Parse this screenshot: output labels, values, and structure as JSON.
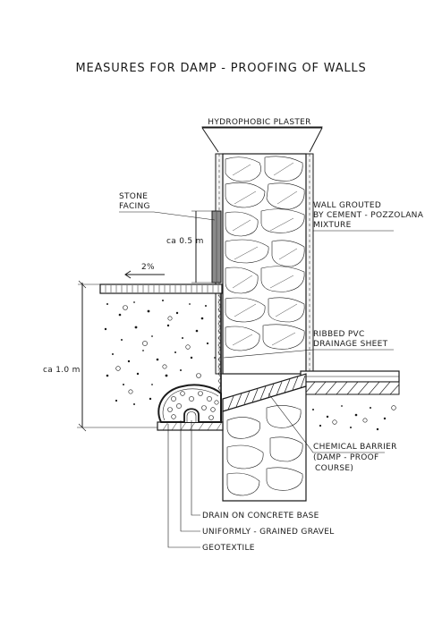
{
  "title": "MEASURES FOR DAMP - PROOFING OF WALLS",
  "labels": {
    "hydrophobic_plaster": "HYDROPHOBIC   PLASTER",
    "stone_facing_1": "STONE",
    "stone_facing_2": "FACING",
    "wall_grouted_1": "WALL GROUTED",
    "wall_grouted_2": "BY CEMENT - POZZOLANA",
    "wall_grouted_3": "MIXTURE",
    "ribbed_pvc_1": "RIBBED  PVC",
    "ribbed_pvc_2": "DRAINAGE SHEET",
    "chemical_barrier_1": "CHEMICAL BARRIER",
    "chemical_barrier_2": "(DAMP - PROOF",
    "chemical_barrier_3": "COURSE)",
    "drain": "DRAIN ON CONCRETE BASE",
    "gravel": "UNIFORMLY - GRAINED GRAVEL",
    "geotextile": "GEOTEXTILE"
  },
  "dimensions": {
    "height_0_5": "ca 0.5 m",
    "height_1_0": "ca 1.0 m",
    "slope": "2%"
  }
}
